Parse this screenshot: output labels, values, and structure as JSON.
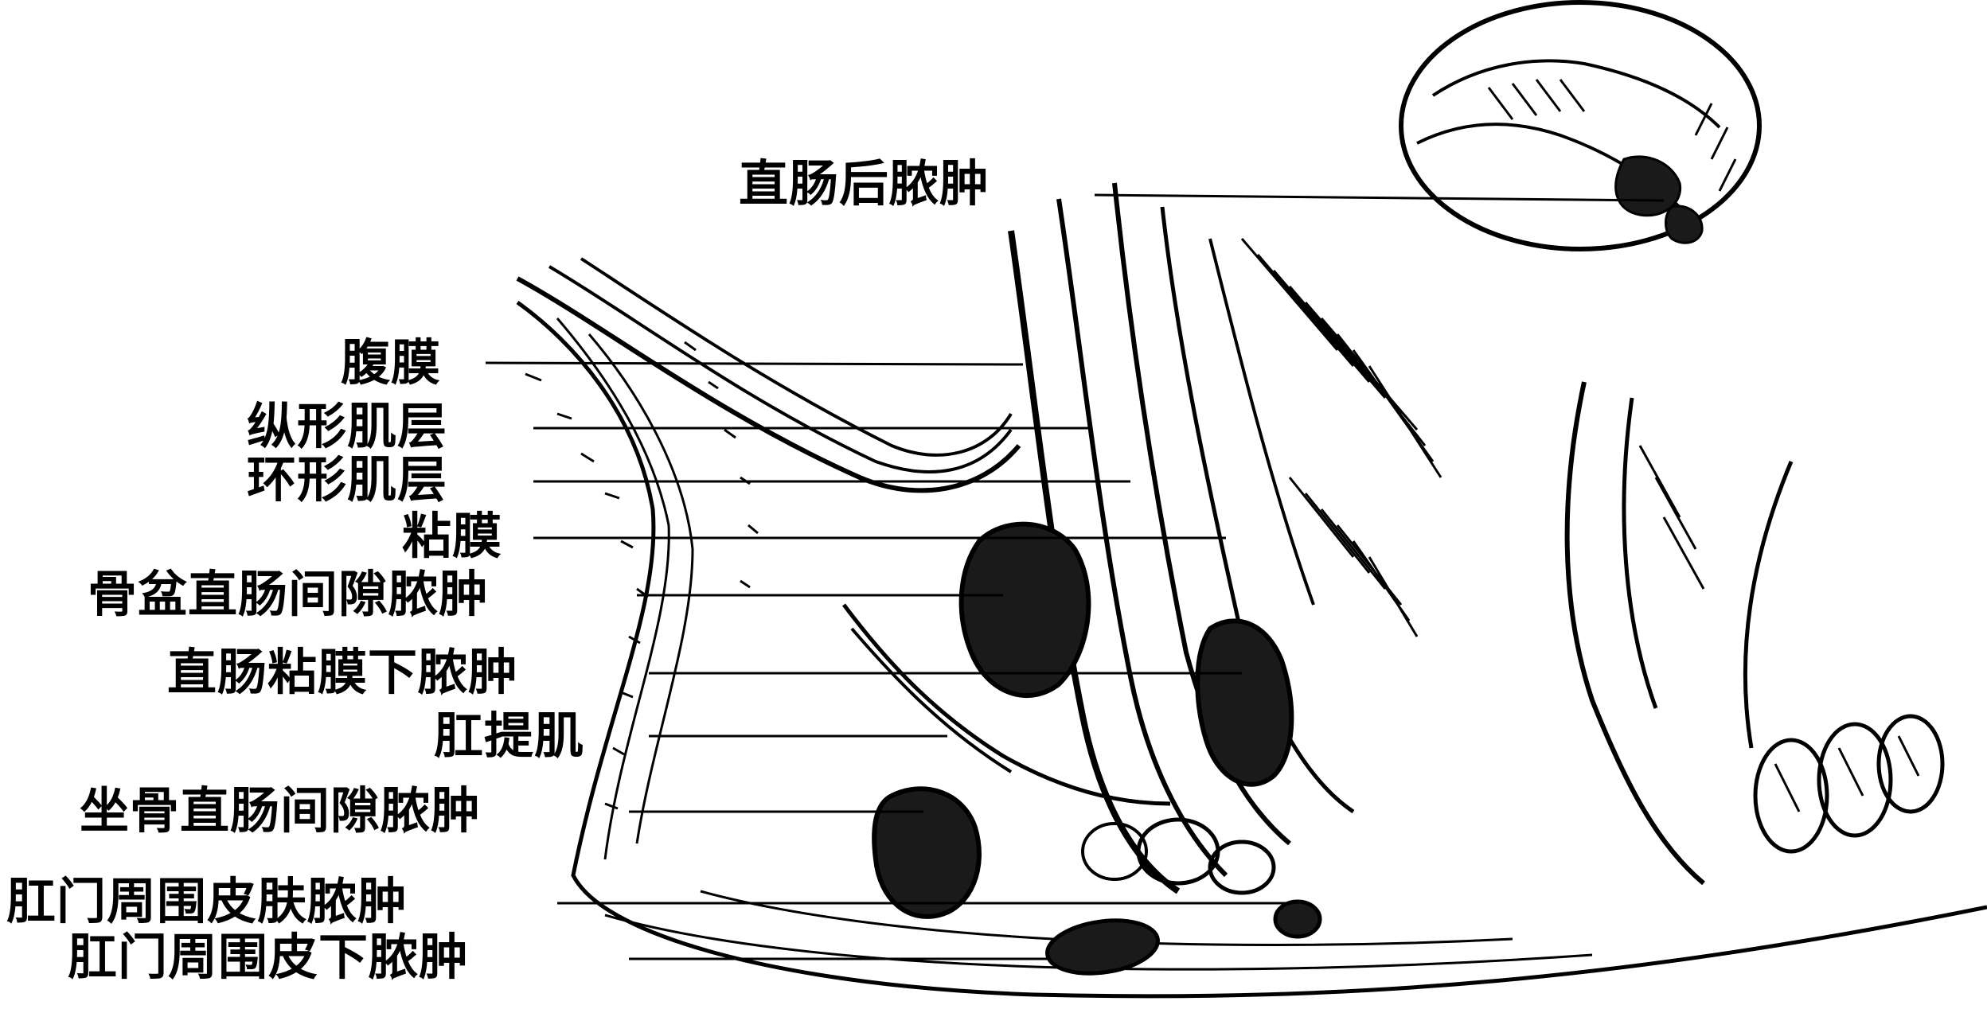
{
  "labels": {
    "retrorectal": "直肠后脓肿",
    "peritoneum": "腹膜",
    "longitudinal_muscle": "纵形肌层",
    "circular_muscle": "环形肌层",
    "mucosa": "粘膜",
    "pelvirectal": "骨盆直肠间隙脓肿",
    "submucosal": "直肠粘膜下脓肿",
    "levator_ani": "肛提肌",
    "ischiorectal": "坐骨直肠间隙脓肿",
    "perianal_cutaneous": "肛门周围皮肤脓肿",
    "perianal_subcutaneous": "肛门周围皮下脓肿"
  },
  "colors": {
    "ink": "#000000",
    "paper": "#ffffff",
    "abscess": "#1a1a1a"
  }
}
